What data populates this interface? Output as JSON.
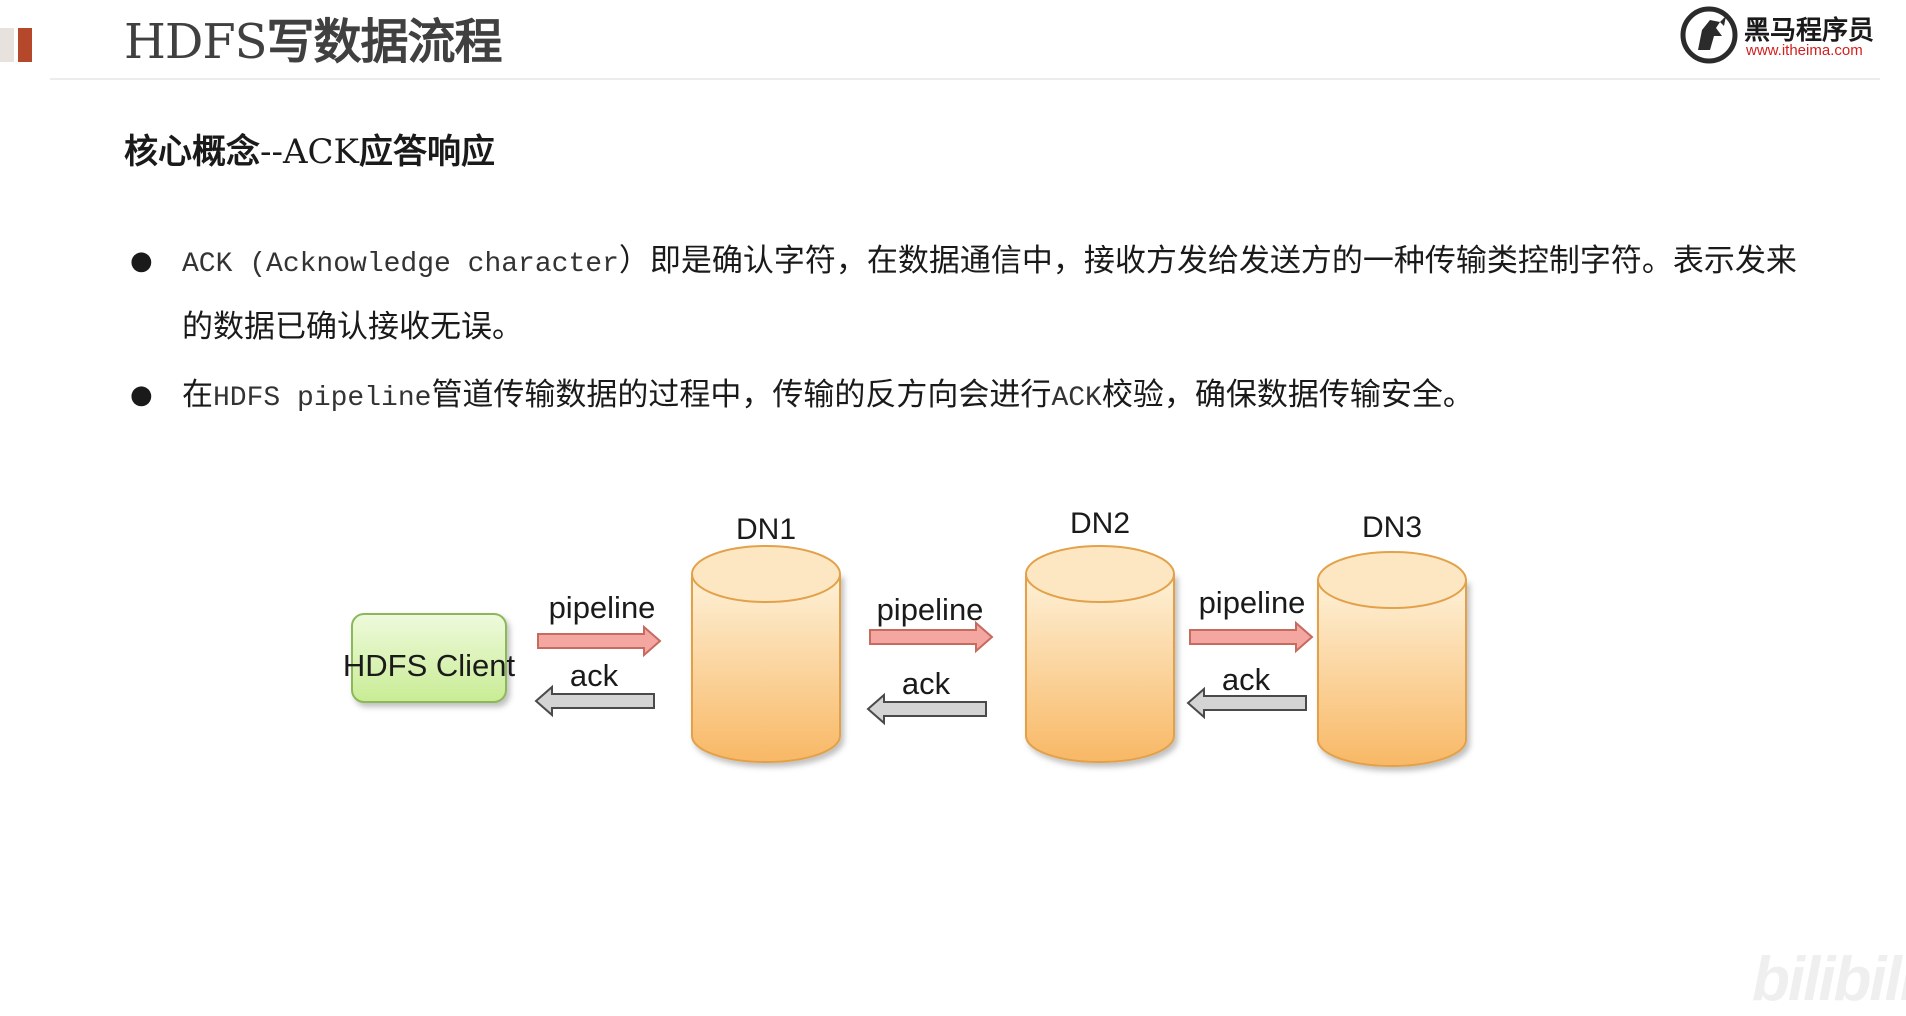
{
  "header": {
    "title_latin": "HDFS",
    "title_cn": "写数据流程",
    "logo_name": "黑马程序员",
    "logo_url": "www.itheima.com"
  },
  "subtitle": {
    "lead": "核心概念",
    "mid": "--ACK",
    "tail": "应答响应"
  },
  "bullets": [
    {
      "latin": "ACK (Acknowledge character",
      "text": "）即是确认字符，在数据通信中，接收方发给发送方的一种传输类控制字符。表示发来的数据已确认接收无误。"
    },
    {
      "prefix": "在",
      "latin": "HDFS pipeline",
      "text_a": "管道传输数据的过程中，传输的反方向会进行",
      "ack": "ACK",
      "text_b": "校验，确保数据传输安全。"
    }
  ],
  "diagram": {
    "client_label": "HDFS Client",
    "nodes": [
      "DN1",
      "DN2",
      "DN3"
    ],
    "forward_label": "pipeline",
    "back_label": "ack",
    "colors": {
      "client_fill": "#d9f2b3",
      "client_stroke": "#8db85a",
      "node_fill_top": "#fde6c0",
      "node_fill_bottom": "#f7b65e",
      "node_stroke": "#e2a14a",
      "forward_arrow": "#f4a7a0",
      "forward_arrow_stroke": "#c76a5f",
      "back_arrow": "#d4d4d4",
      "back_arrow_stroke": "#4a4a4a"
    }
  },
  "watermark": "bilibili"
}
